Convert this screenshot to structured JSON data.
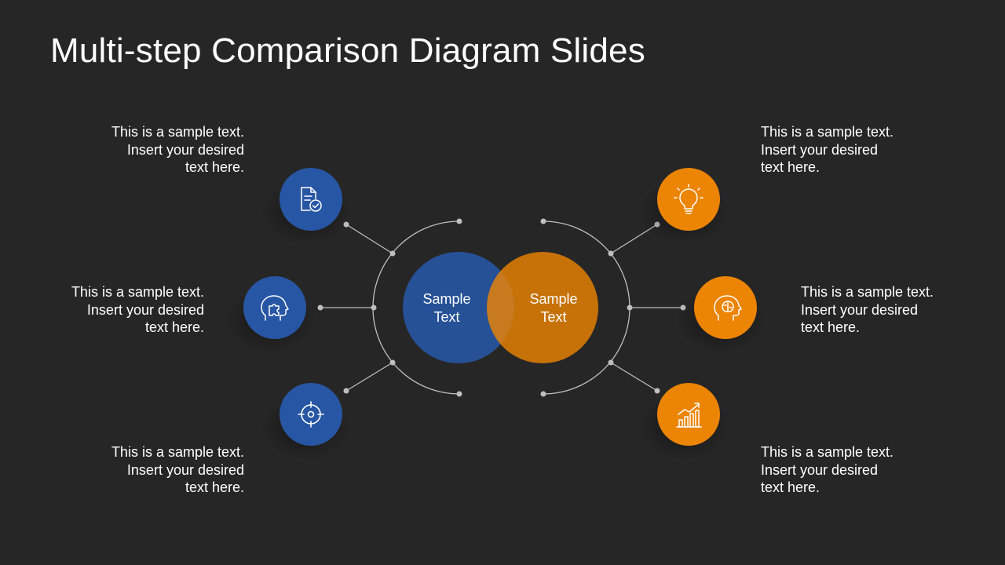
{
  "title": "Multi-step Comparison Diagram Slides",
  "colors": {
    "background": "#262626",
    "blue": "#2756a4",
    "orange": "#ec8404",
    "connector": "#bfbfbf",
    "text": "#ffffff"
  },
  "center": {
    "left": {
      "line1": "Sample",
      "line2": "Text"
    },
    "right": {
      "line1": "Sample",
      "line2": "Text"
    }
  },
  "left_items": [
    {
      "icon": "document-check-icon",
      "line1": "This is a sample text.",
      "line2": "Insert your desired",
      "line3": "text here."
    },
    {
      "icon": "puzzle-head-icon",
      "line1": "This is a sample text.",
      "line2": "Insert your desired",
      "line3": "text here."
    },
    {
      "icon": "target-icon",
      "line1": "This is a sample text.",
      "line2": "Insert your desired",
      "line3": "text here."
    }
  ],
  "right_items": [
    {
      "icon": "lightbulb-icon",
      "line1": "This is a sample text.",
      "line2": "Insert your desired",
      "line3": "text here."
    },
    {
      "icon": "brain-head-icon",
      "line1": "This is a sample text.",
      "line2": "Insert your desired",
      "line3": "text here."
    },
    {
      "icon": "growth-chart-icon",
      "line1": "This is a sample text.",
      "line2": "Insert your desired",
      "line3": "text here."
    }
  ]
}
